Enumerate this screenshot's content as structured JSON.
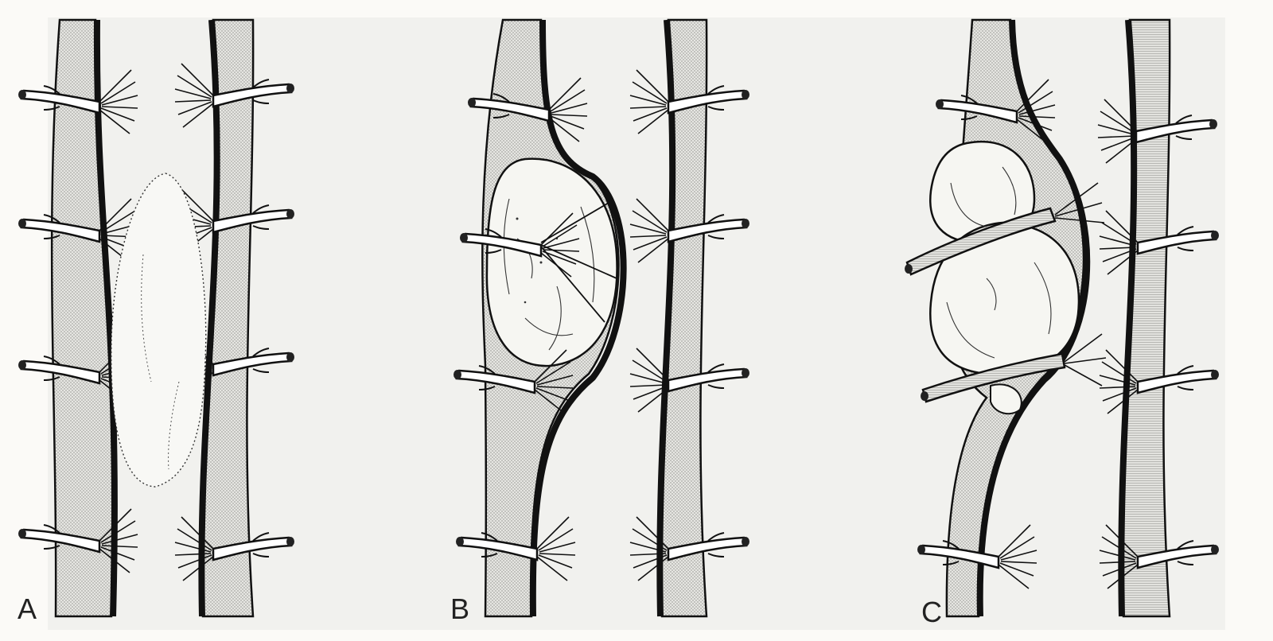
{
  "figure": {
    "description": "Three-panel line illustration of paired spinal nerve roots and dural sleeves flanking a lesion",
    "background_color": "#f1f1ee",
    "dura_fill": "#d6d6d2",
    "ink_color": "#111111",
    "panels": [
      {
        "label": "A",
        "lesion": "faint dotted elongated outline between two columns",
        "lesion_style": "dotted"
      },
      {
        "label": "B",
        "lesion": "rounded mass displacing left column with roots stretched over it",
        "lesion_style": "solid-textured"
      },
      {
        "label": "C",
        "lesion": "bilobed mass with root sleeves draped across it",
        "lesion_style": "solid-textured"
      }
    ]
  }
}
